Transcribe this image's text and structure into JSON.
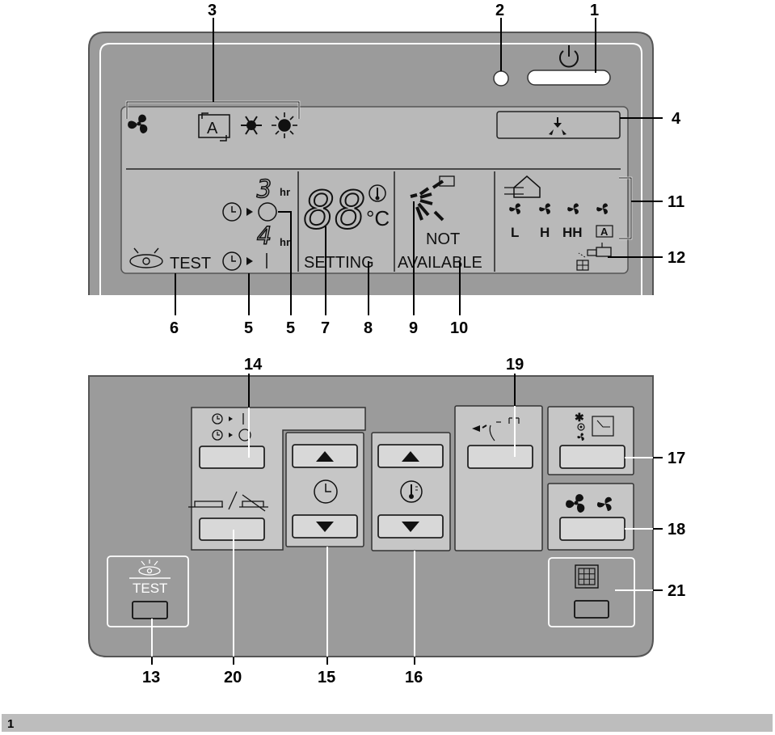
{
  "callouts": {
    "c1": "1",
    "c2": "2",
    "c3": "3",
    "c4": "4",
    "c5a": "5",
    "c5b": "5",
    "c6": "6",
    "c7": "7",
    "c8": "8",
    "c9": "9",
    "c10": "10",
    "c11": "11",
    "c12": "12",
    "c13": "13",
    "c14": "14",
    "c15": "15",
    "c16": "16",
    "c17": "17",
    "c18": "18",
    "c19": "19",
    "c20": "20",
    "c21": "21"
  },
  "display": {
    "temperature_digits": "88",
    "temperature_unit": "°C",
    "timer_hours_top": "3",
    "timer_hours_bottom": "4",
    "hr_label_top": "hr",
    "hr_label_bottom": "hr",
    "test_label": "TEST",
    "setting_label": "SETTING",
    "not_label": "NOT",
    "available_label": "AVAILABLE",
    "fan_speed_low": "L",
    "fan_speed_high": "H",
    "fan_speed_highhigh": "HH",
    "auto_fan_letter": "A",
    "auto_mode_letter": "A"
  },
  "buttons": {
    "test_label": "TEST"
  },
  "footer": {
    "page_number": "1"
  },
  "colors": {
    "panel_gray": "#9b9b9b",
    "lcd_gray": "#b9b9b9",
    "button_face": "#c6c6c6",
    "footer_bar": "#bdbdbd"
  }
}
